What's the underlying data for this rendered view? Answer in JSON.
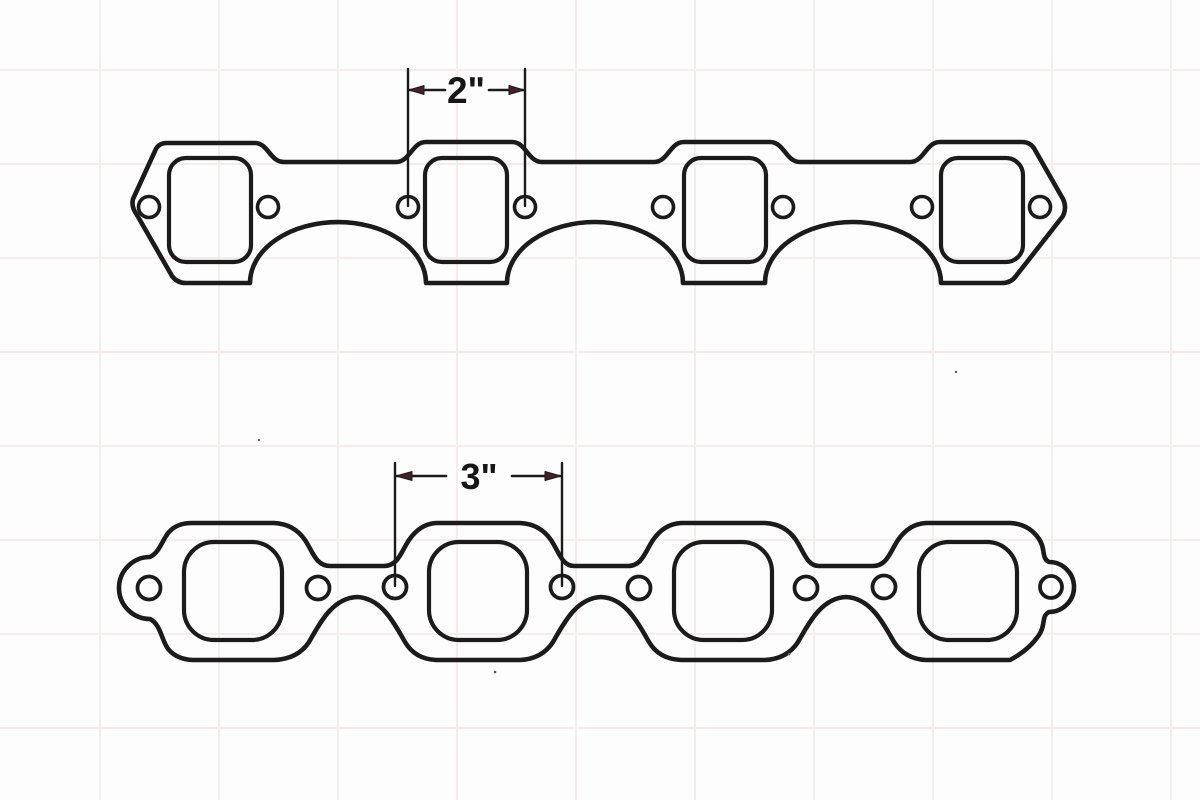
{
  "page": {
    "background_color": "#fdfdfd",
    "grid_color": "#f3eded",
    "line_color": "#1b1b1b",
    "arrow_color": "#45202a"
  },
  "diagrams": [
    {
      "id": "top-gasket",
      "description": "4-port exhaust manifold gasket with rectangular ports, pointed ends, scalloped lower edge",
      "ports": 4,
      "bolt_holes": 8,
      "dimension": {
        "label": "2\"",
        "value_inches": 2,
        "measures": "bolt-hole spacing across port 2"
      }
    },
    {
      "id": "bottom-gasket",
      "description": "4-port exhaust manifold gasket with rounded-square ports, circular lobes and end tabs",
      "ports": 4,
      "bolt_holes": 8,
      "dimension": {
        "label": "3\"",
        "value_inches": 3,
        "measures": "bolt-hole spacing across port 2"
      }
    }
  ]
}
